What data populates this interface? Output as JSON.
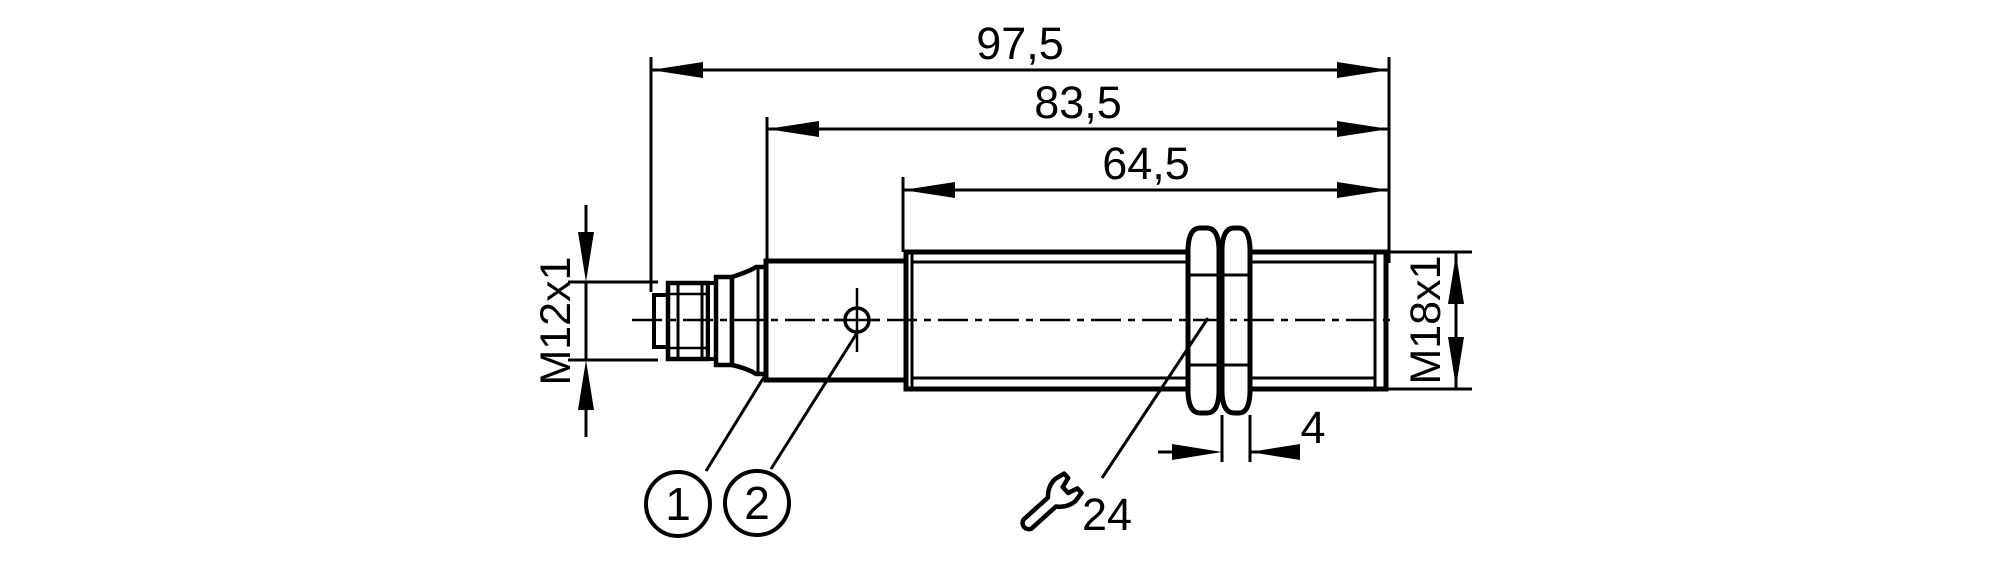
{
  "palette": {
    "background": "#ffffff",
    "line": "#000000"
  },
  "drawing": {
    "kind": "sensor dimensional drawing"
  },
  "dimensions": {
    "overall_length": "97,5",
    "length_to_housing_front": "83,5",
    "thread_length": "64,5",
    "nut_width": "4",
    "connector_thread": "M12x1",
    "housing_thread": "M18x1",
    "wrench_size": "24"
  },
  "callouts": {
    "item1": "1",
    "item2": "2"
  }
}
